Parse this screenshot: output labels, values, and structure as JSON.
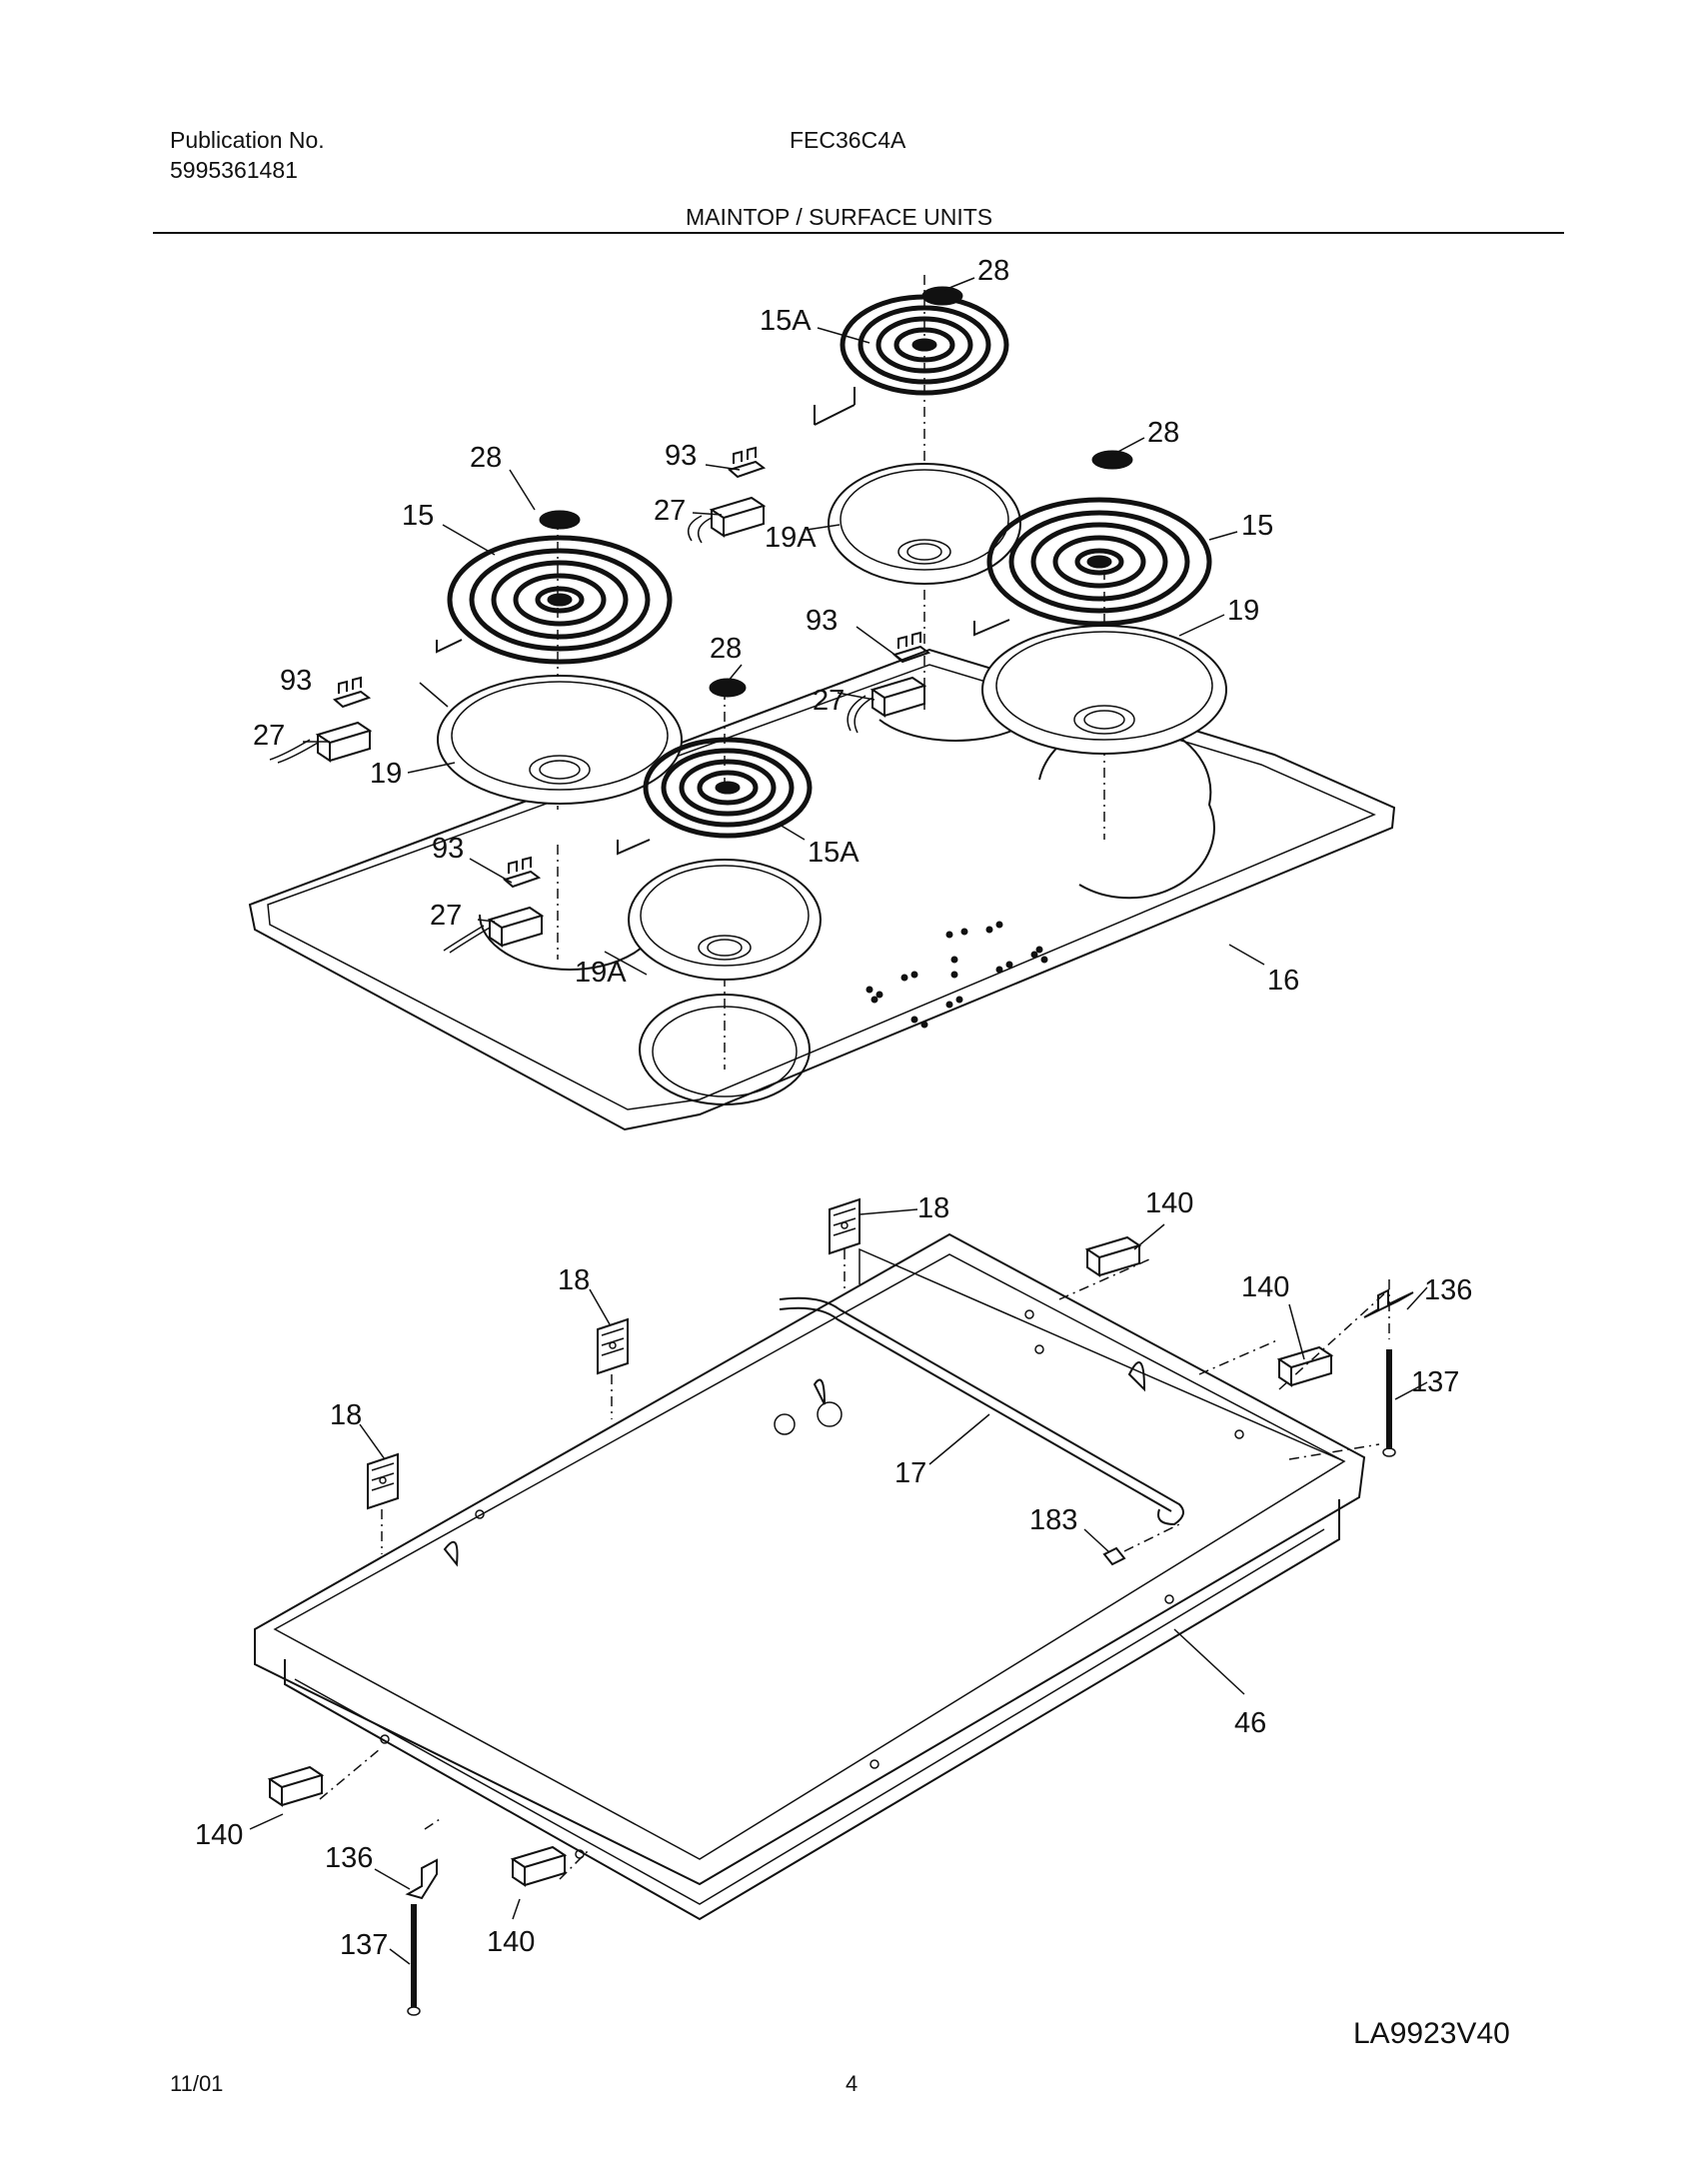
{
  "header": {
    "publication_label": "Publication No.",
    "publication_number": "5995361481",
    "model": "FEC36C4A",
    "section_title": "MAINTOP / SURFACE UNITS"
  },
  "callouts": {
    "c28": "28",
    "c15A": "15A",
    "c93": "93",
    "c27": "27",
    "c19A": "19A",
    "c15": "15",
    "c19": "19",
    "c16": "16",
    "c18": "18",
    "c140": "140",
    "c136": "136",
    "c137": "137",
    "c17": "17",
    "c183": "183",
    "c46": "46"
  },
  "footer": {
    "drawing_id": "LA9923V40",
    "date": "11/01",
    "page": "4"
  }
}
